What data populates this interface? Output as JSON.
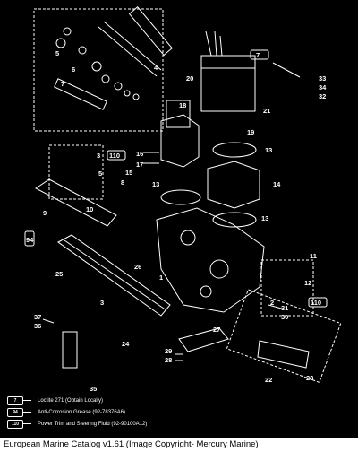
{
  "diagram": {
    "callouts": [
      "1",
      "2",
      "3",
      "4",
      "5",
      "6",
      "7",
      "8",
      "9",
      "10",
      "11",
      "12",
      "13",
      "14",
      "15",
      "16",
      "17",
      "18",
      "19",
      "20",
      "21",
      "22",
      "23",
      "24",
      "25",
      "26",
      "27",
      "28",
      "29",
      "30",
      "31",
      "32",
      "33",
      "34",
      "35",
      "36",
      "37"
    ],
    "badges": {
      "b7": "7",
      "b110": "110",
      "b94": "94"
    }
  },
  "legend": [
    {
      "badge": "7",
      "text": "Loctite 271 (Obtain Locally)"
    },
    {
      "badge": "94",
      "text": "Anti-Corrosion Grease (92-78376A6)"
    },
    {
      "badge": "110",
      "text": "Power Trim  and Steering Fluid (92-90100A12)"
    }
  ],
  "caption": "European Marine Catalog v1.61 (Image Copyright- Mercury Marine)"
}
